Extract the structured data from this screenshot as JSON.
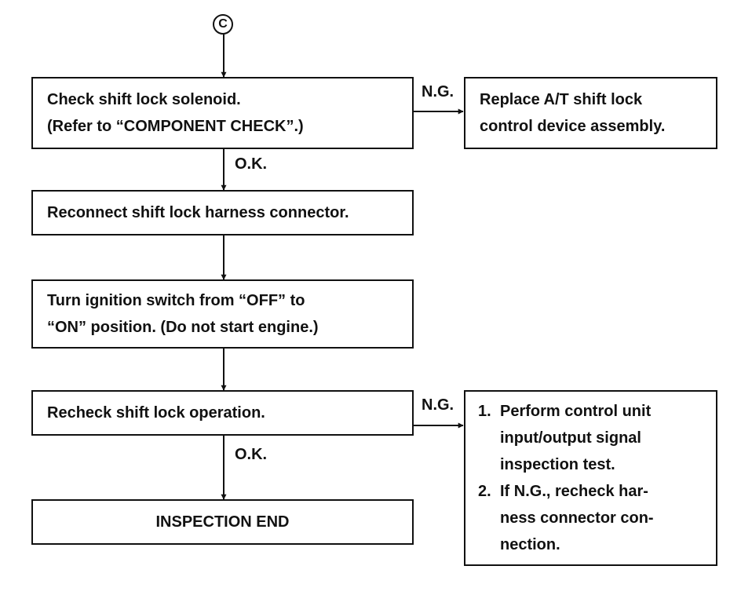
{
  "flowchart": {
    "start_marker": "C",
    "steps": {
      "check_solenoid": {
        "lines": [
          "Check shift lock solenoid.",
          "(Refer to “COMPONENT CHECK”.)"
        ]
      },
      "replace_assembly": {
        "lines": [
          "Replace A/T shift lock",
          "control device assembly."
        ]
      },
      "reconnect_harness": {
        "lines": [
          "Reconnect shift lock harness connector."
        ]
      },
      "turn_ignition": {
        "lines": [
          "Turn ignition switch from “OFF” to",
          "“ON” position. (Do not start engine.)"
        ]
      },
      "recheck_operation": {
        "lines": [
          "Recheck shift lock operation."
        ]
      },
      "inspection_end": {
        "lines": [
          "INSPECTION END"
        ]
      },
      "ng_actions": {
        "items": [
          {
            "number": "1.",
            "lines": [
              "Perform control unit",
              "input/output signal",
              "inspection test."
            ]
          },
          {
            "number": "2.",
            "lines": [
              "If N.G., recheck har-",
              "ness connector con-",
              "nection."
            ]
          }
        ]
      }
    },
    "edge_labels": {
      "check_ng": "N.G.",
      "check_ok": "O.K.",
      "recheck_ng": "N.G.",
      "recheck_ok": "O.K."
    }
  }
}
